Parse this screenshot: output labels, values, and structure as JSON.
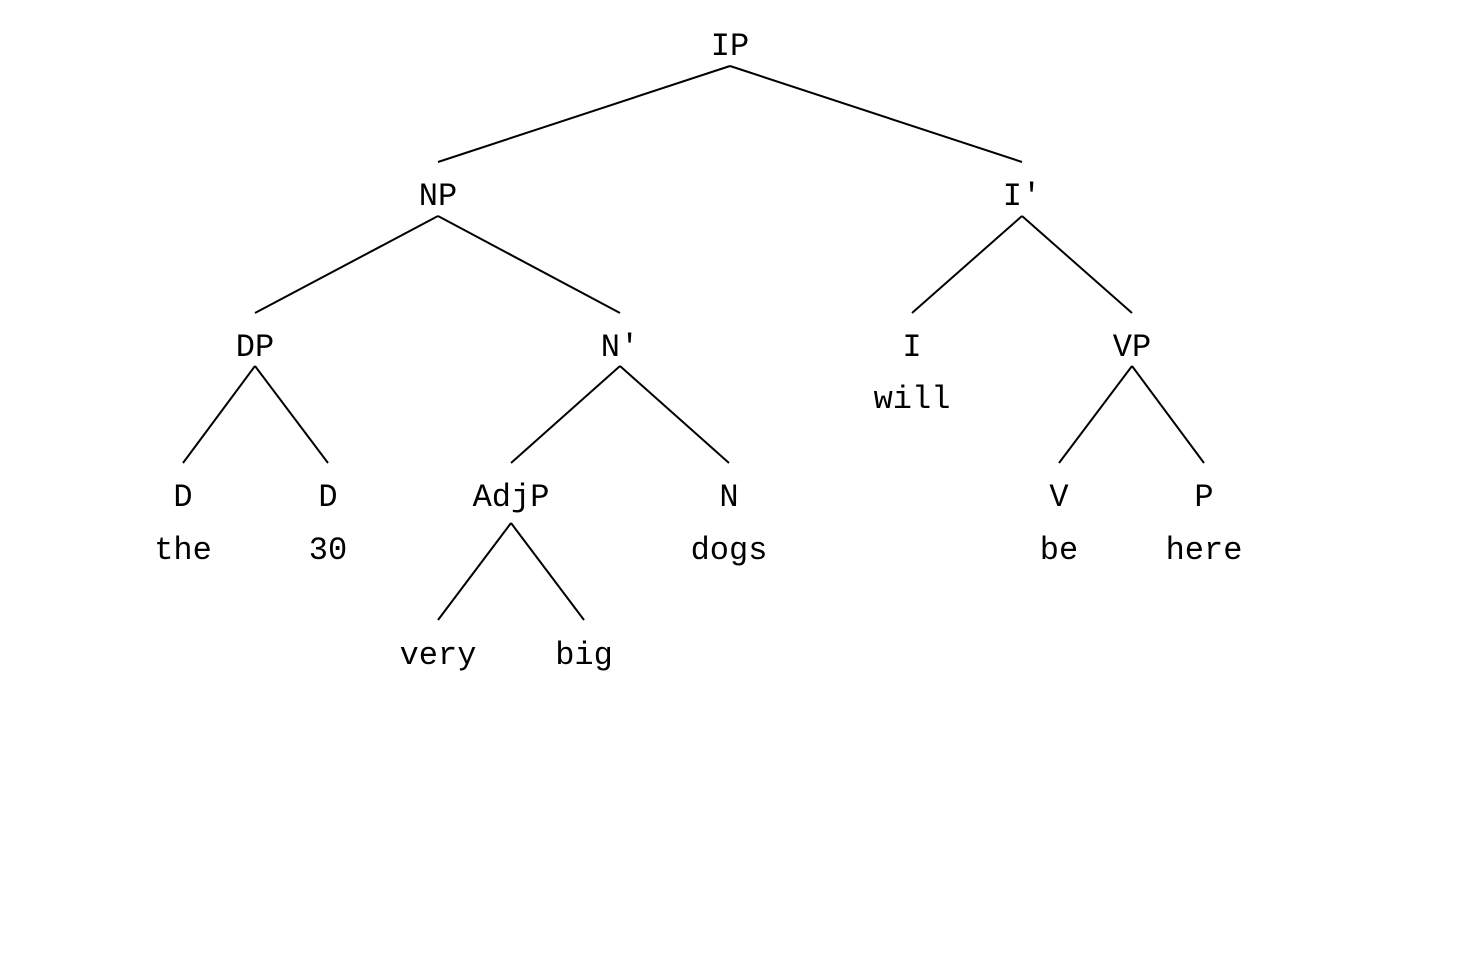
{
  "tree": {
    "nodes": {
      "ip": "IP",
      "np": "NP",
      "ibar": "I'",
      "dp": "DP",
      "nbar": "N'",
      "i": "I",
      "vp": "VP",
      "d1": "D",
      "d2": "D",
      "adjp": "AdjP",
      "n": "N",
      "v": "V",
      "p": "P"
    },
    "words": {
      "will": "will",
      "the": "the",
      "thirty": "30",
      "dogs": "dogs",
      "be": "be",
      "here": "here",
      "very": "very",
      "big": "big"
    }
  }
}
